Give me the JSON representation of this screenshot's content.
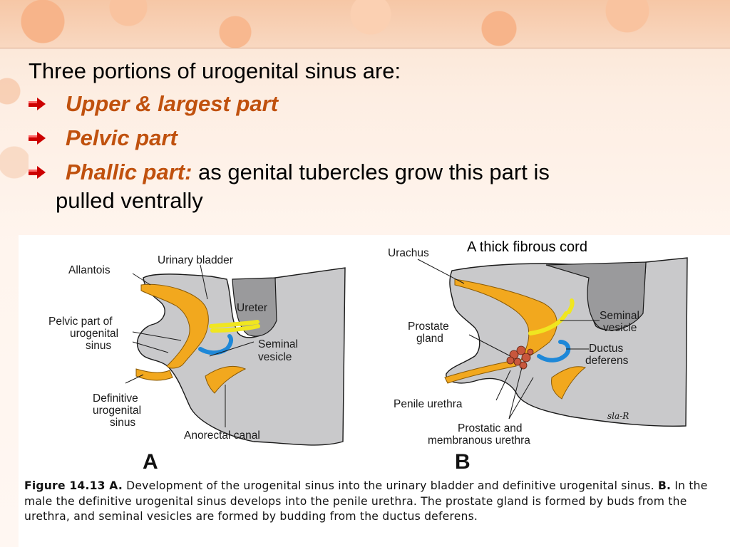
{
  "slide": {
    "intro": "Three portions of urogenital sinus are:",
    "bullets": [
      {
        "emph": "Upper & largest part",
        "rest": ""
      },
      {
        "emph": "Pelvic part",
        "rest": ""
      },
      {
        "emph": "Phallic part:",
        "rest": " as genital tubercles grow this part is"
      }
    ],
    "bullet3_continuation": "pulled ventrally",
    "accent_color": "#c0510e",
    "arrow_color": "#cc0000"
  },
  "figure": {
    "callout": "A thick fibrous cord",
    "panel_a": {
      "letter": "A",
      "labels": {
        "urinary_bladder": "Urinary bladder",
        "allantois": "Allantois",
        "ureter": "Ureter",
        "pelvic_part_1": "Pelvic part of",
        "pelvic_part_2": "urogenital",
        "pelvic_part_3": "sinus",
        "seminal_vesicle_1": "Seminal",
        "seminal_vesicle_2": "vesicle",
        "definitive_1": "Definitive",
        "definitive_2": "urogenital",
        "definitive_3": "sinus",
        "anorectal": "Anorectal canal"
      }
    },
    "panel_b": {
      "letter": "B",
      "labels": {
        "urachus": "Urachus",
        "prostate_1": "Prostate",
        "prostate_2": "gland",
        "seminal_vesicle_1": "Seminal",
        "seminal_vesicle_2": "vesicle",
        "ductus_1": "Ductus",
        "ductus_2": "deferens",
        "penile": "Penile urethra",
        "prostatic_1": "Prostatic and",
        "prostatic_2": "membranous urethra",
        "signature": "sla-R"
      }
    },
    "caption": {
      "fig_label": "Figure 14.13 A.",
      "part_a": " Development of the urogenital sinus into the urinary bladder and definitive urogenital sinus. ",
      "b_label": "B.",
      "part_b": " In the male the definitive urogenital sinus develops into the penile urethra. The prostate gland is formed by buds from the urethra, and seminal vesicles are formed by budding from the ductus deferens."
    },
    "colors": {
      "tissue": "#c9c9cb",
      "sinus": "#f2a81e",
      "ureter": "#f0e620",
      "seminal": "#1e88d8",
      "prostate": "#c8573d"
    }
  }
}
